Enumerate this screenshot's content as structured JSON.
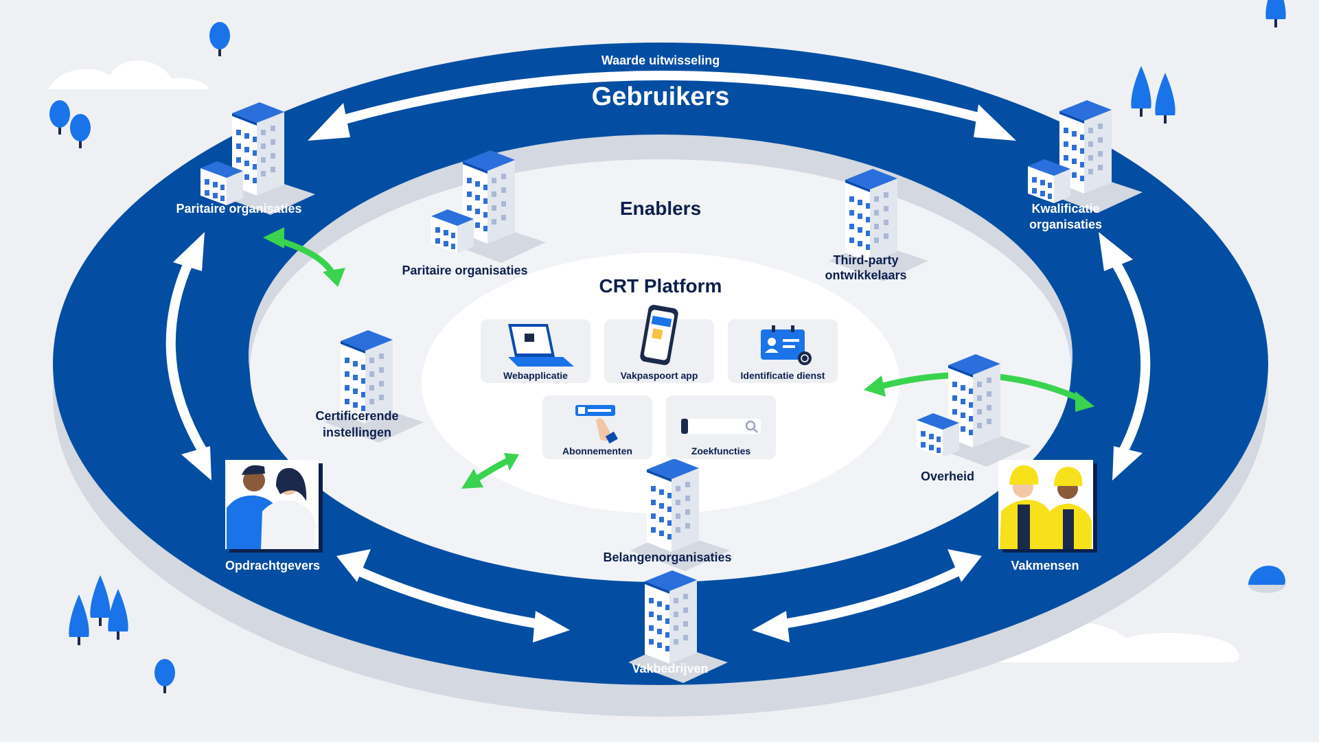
{
  "colors": {
    "background": "#eef0f3",
    "outer_ring": "#034ea2",
    "ring_shadow": "#d4d8e0",
    "middle_field": "#f1f3f6",
    "center_field": "#ffffff",
    "accent_green": "#3ad34f",
    "tile": "#eef0f3",
    "heading_dark": "#0b1f4d"
  },
  "outer_ring": {
    "top_label": "Waarde uitwisseling",
    "title": "Gebruikers",
    "nodes": [
      {
        "label": "Paritaire organisaties",
        "icon": "building-icon"
      },
      {
        "label": "Kwalificatie",
        "label2": "organisaties",
        "icon": "building-icon"
      },
      {
        "label": "Opdrachtgevers",
        "icon": "clients-people-icon"
      },
      {
        "label": "Vakmensen",
        "icon": "workers-helmet-icon"
      },
      {
        "label": "Vakbedrijven",
        "icon": "building-icon"
      }
    ]
  },
  "enablers": {
    "title": "Enablers",
    "nodes": [
      {
        "label": "Paritaire organisaties"
      },
      {
        "label": "Third-party",
        "label2": "ontwikkelaars"
      },
      {
        "label": "Certificerende",
        "label2": "instellingen"
      },
      {
        "label": "Overheid"
      },
      {
        "label": "Belangenorganisaties"
      }
    ]
  },
  "platform": {
    "title": "CRT Platform",
    "tiles": [
      {
        "label": "Webapplicatie",
        "icon": "laptop-icon"
      },
      {
        "label": "Vakpaspoort app",
        "icon": "smartphone-icon"
      },
      {
        "label": "Identificatie dienst",
        "icon": "id-card-fingerprint-icon"
      },
      {
        "label": "Abonnementen",
        "icon": "hand-checkbox-icon"
      },
      {
        "label": "Zoekfuncties",
        "icon": "search-icon"
      }
    ]
  }
}
